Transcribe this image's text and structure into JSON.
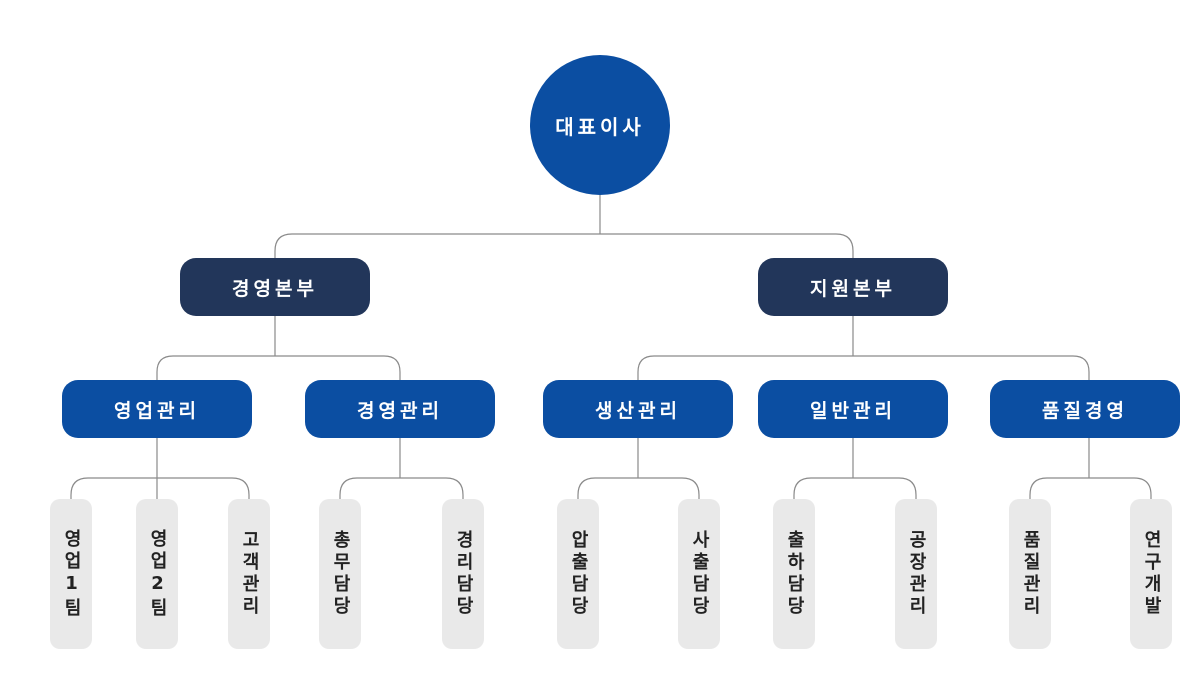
{
  "ceo": {
    "label": "대표이사"
  },
  "headquarters": [
    {
      "label": "경영본부"
    },
    {
      "label": "지원본부"
    }
  ],
  "departments": [
    {
      "label": "영업관리"
    },
    {
      "label": "경영관리"
    },
    {
      "label": "생산관리"
    },
    {
      "label": "일반관리"
    },
    {
      "label": "품질경영"
    }
  ],
  "teams": [
    {
      "label": "영업1팀"
    },
    {
      "label": "영업2팀"
    },
    {
      "label": "고객관리"
    },
    {
      "label": "총무담당"
    },
    {
      "label": "경리담당"
    },
    {
      "label": "압출담당"
    },
    {
      "label": "사출담당"
    },
    {
      "label": "출하담당"
    },
    {
      "label": "공장관리"
    },
    {
      "label": "품질관리"
    },
    {
      "label": "연구개발"
    }
  ],
  "colors": {
    "primary": "#0b4ea2",
    "navy": "#22365a",
    "team_bg": "#e9e9e9",
    "line": "#888888"
  }
}
